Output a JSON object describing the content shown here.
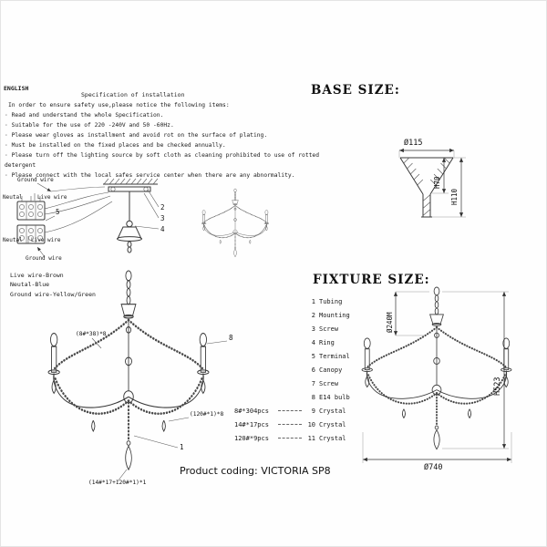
{
  "page": {
    "product_coding": "Product coding: VICTORIA SP8"
  },
  "instructions": {
    "language_label": "ENGLISH",
    "title": "Specification of installation",
    "intro": "In order to ensure safety use,please notice the following items:",
    "items": [
      "· Read and understand the whole Specification.",
      "· Suitable for the use of 220 -240V and 50 -60Hz.",
      "· Please wear gloves as installment and avoid rot on the surface of plating.",
      "· Must be installed on the fixed places and be checked annually.",
      "· Please turn off the lighting source by soft cloth as cleaning prohibited to use of rotted detergent",
      "· Please connect with the local safes service center when there are any abnormality."
    ]
  },
  "wiring": {
    "ground_wire_top": "Ground wire",
    "neutral_top": "Neutal",
    "live_top": "Live wire",
    "neutral_bottom": "Neutal",
    "live_bottom": "Live wire",
    "ground_wire_bottom": "Ground wire",
    "legend": [
      "Live wire-Brown",
      "Neutal-Blue",
      "Ground wire-Yellow/Green"
    ]
  },
  "callouts": {
    "c1": "1",
    "c2": "2",
    "c3": "3",
    "c4": "4",
    "c5": "5",
    "c8": "8"
  },
  "main_drawing": {
    "arm_beads_label": "(8#*38)*8",
    "drop_label": "(120#*1)*8",
    "center_drop_label": "(14#*17+120#*1)*1"
  },
  "base_size": {
    "title": "BASE SIZE:",
    "diameter": "Ø115",
    "height_inner": "H70",
    "height_total": "H110"
  },
  "fixture_size": {
    "title": "FIXTURE SIZE:",
    "parts": [
      {
        "num": "1",
        "name": "Tubing",
        "qty": ""
      },
      {
        "num": "2",
        "name": "Mounting",
        "qty": ""
      },
      {
        "num": "3",
        "name": "Screw",
        "qty": ""
      },
      {
        "num": "4",
        "name": "Ring",
        "qty": ""
      },
      {
        "num": "5",
        "name": "Terminal",
        "qty": ""
      },
      {
        "num": "6",
        "name": "Canopy",
        "qty": ""
      },
      {
        "num": "7",
        "name": "Screw",
        "qty": ""
      },
      {
        "num": "8",
        "name": "E14 bulb",
        "qty": ""
      },
      {
        "num": "9",
        "name": "Crystal",
        "qty": "8#*304pcs"
      },
      {
        "num": "10",
        "name": "Crystal",
        "qty": "14#*17pcs"
      },
      {
        "num": "11",
        "name": "Crystal",
        "qty": "120#*9pcs"
      }
    ],
    "dims": {
      "top_section": "Ø240M",
      "height": "H523",
      "width": "Ø740"
    }
  }
}
